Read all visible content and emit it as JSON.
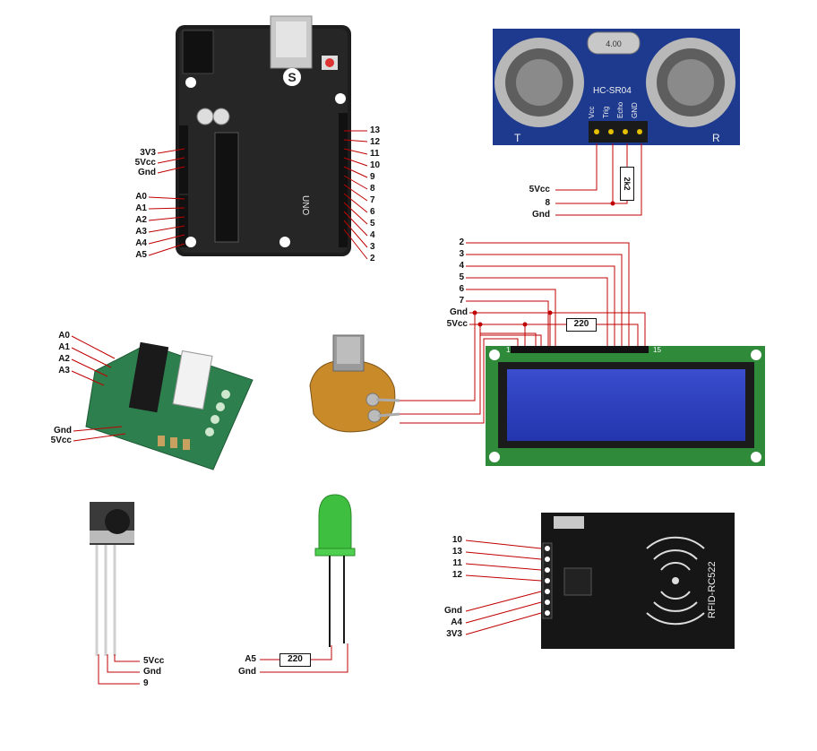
{
  "arduino": {
    "power_labels": [
      "3V3",
      "5Vcc",
      "Gnd"
    ],
    "analog_labels": [
      "A0",
      "A1",
      "A2",
      "A3",
      "A4",
      "A5"
    ],
    "digital_labels": [
      "13",
      "12",
      "11",
      "10",
      "9",
      "8",
      "7",
      "6",
      "5",
      "4",
      "3",
      "2"
    ],
    "board_text": "UNO"
  },
  "ultrasonic": {
    "model": "HC-SR04",
    "pins": [
      "Vcc",
      "Trig",
      "Echo",
      "GND"
    ],
    "side_left": "T",
    "side_right": "R",
    "crystal": "4.00",
    "wire_labels": [
      "5Vcc",
      "8",
      "Gnd"
    ],
    "resistor": "2k2"
  },
  "lcd": {
    "wire_labels": [
      "2",
      "3",
      "4",
      "5",
      "6",
      "7",
      "Gnd",
      "5Vcc"
    ],
    "resistor": "220",
    "pin_start": "1",
    "pin_end": "15"
  },
  "stepper_driver": {
    "inputs": [
      "A0",
      "A1",
      "A2",
      "A3"
    ],
    "power": [
      "Gnd",
      "5Vcc"
    ]
  },
  "ir_receiver": {
    "labels": [
      "5Vcc",
      "Gnd",
      "9"
    ]
  },
  "led": {
    "labels": [
      "A5",
      "Gnd"
    ],
    "resistor": "220",
    "color": "#3fbf3f"
  },
  "rfid": {
    "model": "RFID-RC522",
    "labels": [
      "10",
      "13",
      "11",
      "12",
      "Gnd",
      "A4",
      "3V3"
    ]
  }
}
